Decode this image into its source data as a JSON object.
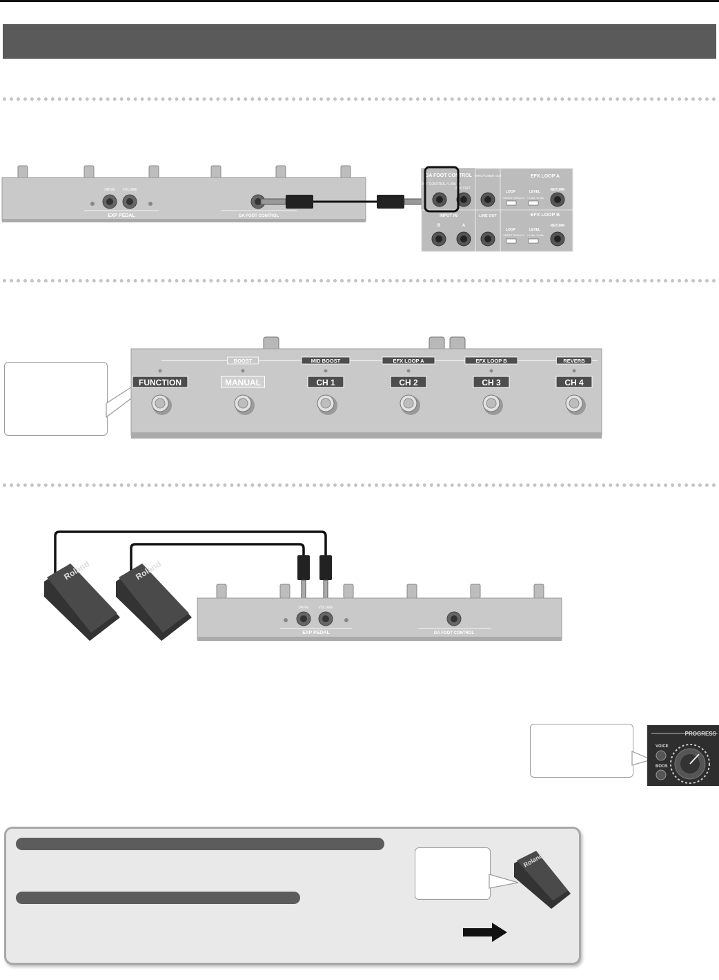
{
  "section_bar": {
    "title": ""
  },
  "foot_controller_top": {
    "exp_pedal_label": "EXP PEDAL",
    "ga_foot_control_label": "GA FOOT CONTROL",
    "jack1_label": "DRIVE",
    "jack2_label": "VOLUME"
  },
  "amp_panel": {
    "ga_foot_control": "GA FOOT CONTROL",
    "foot_control_link_in": "FOOT CONTROL / LINK IN",
    "link_out": "LINK OUT",
    "thru_tuner_out": "THRU/TUNER OUT",
    "efx_loop_a": "EFX LOOP A",
    "efx_loop_b": "EFX LOOP B",
    "loop": "LOOP",
    "level": "LEVEL",
    "return": "RETURN",
    "series_parallel": "SERIES   PARALLEL",
    "level_range": "+4 dBu   -10 dBu",
    "input": "INPUT IN",
    "b": "B",
    "a": "A",
    "line_out": "LINE OUT"
  },
  "foot_controller_front": {
    "led_labels": [
      "",
      "BOOST",
      "MID BOOST",
      "EFX LOOP A",
      "EFX LOOP B",
      "REVERB"
    ],
    "buttons": [
      "FUNCTION",
      "MANUAL",
      "CH 1",
      "CH 2",
      "CH 3",
      "CH 4"
    ]
  },
  "exp_setup": {
    "exp_pedal_label": "EXP PEDAL",
    "ga_foot_control_label": "GA FOOT CONTROL",
    "jack1_label": "DRIVE",
    "jack2_label": "VOLUME",
    "pedal_brand": "Roland"
  },
  "progress_panel": {
    "title": "PROGRESS",
    "voice": "VOICE",
    "boost": "BOOS"
  },
  "colors": {
    "header": "#5a5a5a",
    "device": "#c9c9c9",
    "note_bg": "#e9e9e9",
    "pill": "#5c5c5c"
  }
}
